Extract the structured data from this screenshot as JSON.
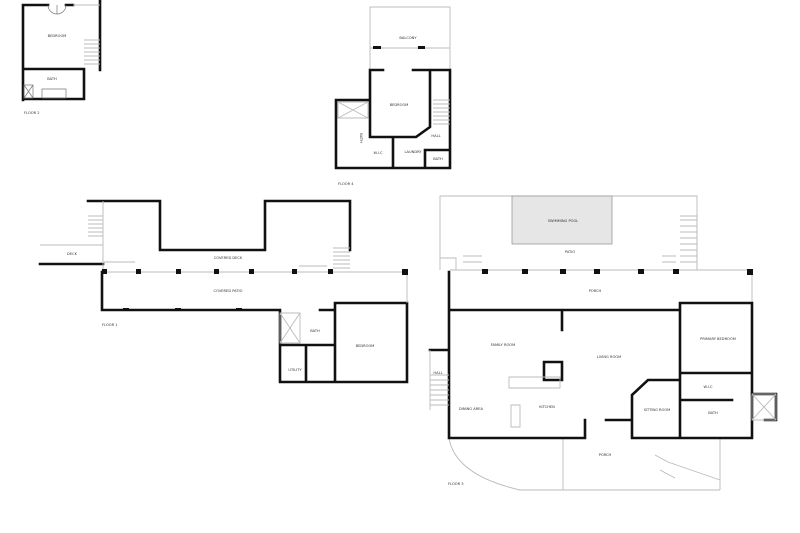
{
  "floors": {
    "floor2": {
      "name": "FLOOR 2",
      "rooms": {
        "bedroom": "BEDROOM",
        "bath": "BATH"
      }
    },
    "floor4": {
      "name": "FLOOR 4",
      "rooms": {
        "balcony": "BALCONY",
        "bedroom": "BEDROOM",
        "bath_left": "BATH",
        "wic": "W.I.C",
        "laundry": "LAUNDRY",
        "hall": "HALL",
        "bath_right": "BATH"
      }
    },
    "floor1": {
      "name": "FLOOR 1",
      "rooms": {
        "deck": "DECK",
        "covered_deck": "COVERED DECK",
        "covered_patio": "COVERED PATIO",
        "bath": "BATH",
        "bedroom": "BEDROOM",
        "utility": "UTILITY"
      }
    },
    "floor3": {
      "name": "FLOOR 3",
      "rooms": {
        "swimming_pool": "SWIMMING POOL",
        "patio": "PATIO",
        "porch_top": "PORCH",
        "family_room": "FAMILY ROOM",
        "living_room": "LIVING ROOM",
        "primary_bedroom": "PRIMARY BEDROOM",
        "hall": "HALL",
        "wic": "W.I.C",
        "dining_area": "DINING AREA",
        "kitchen": "KITCHEN",
        "sitting_room": "SITTING ROOM",
        "bath": "BATH",
        "porch_bottom": "PORCH"
      }
    }
  }
}
